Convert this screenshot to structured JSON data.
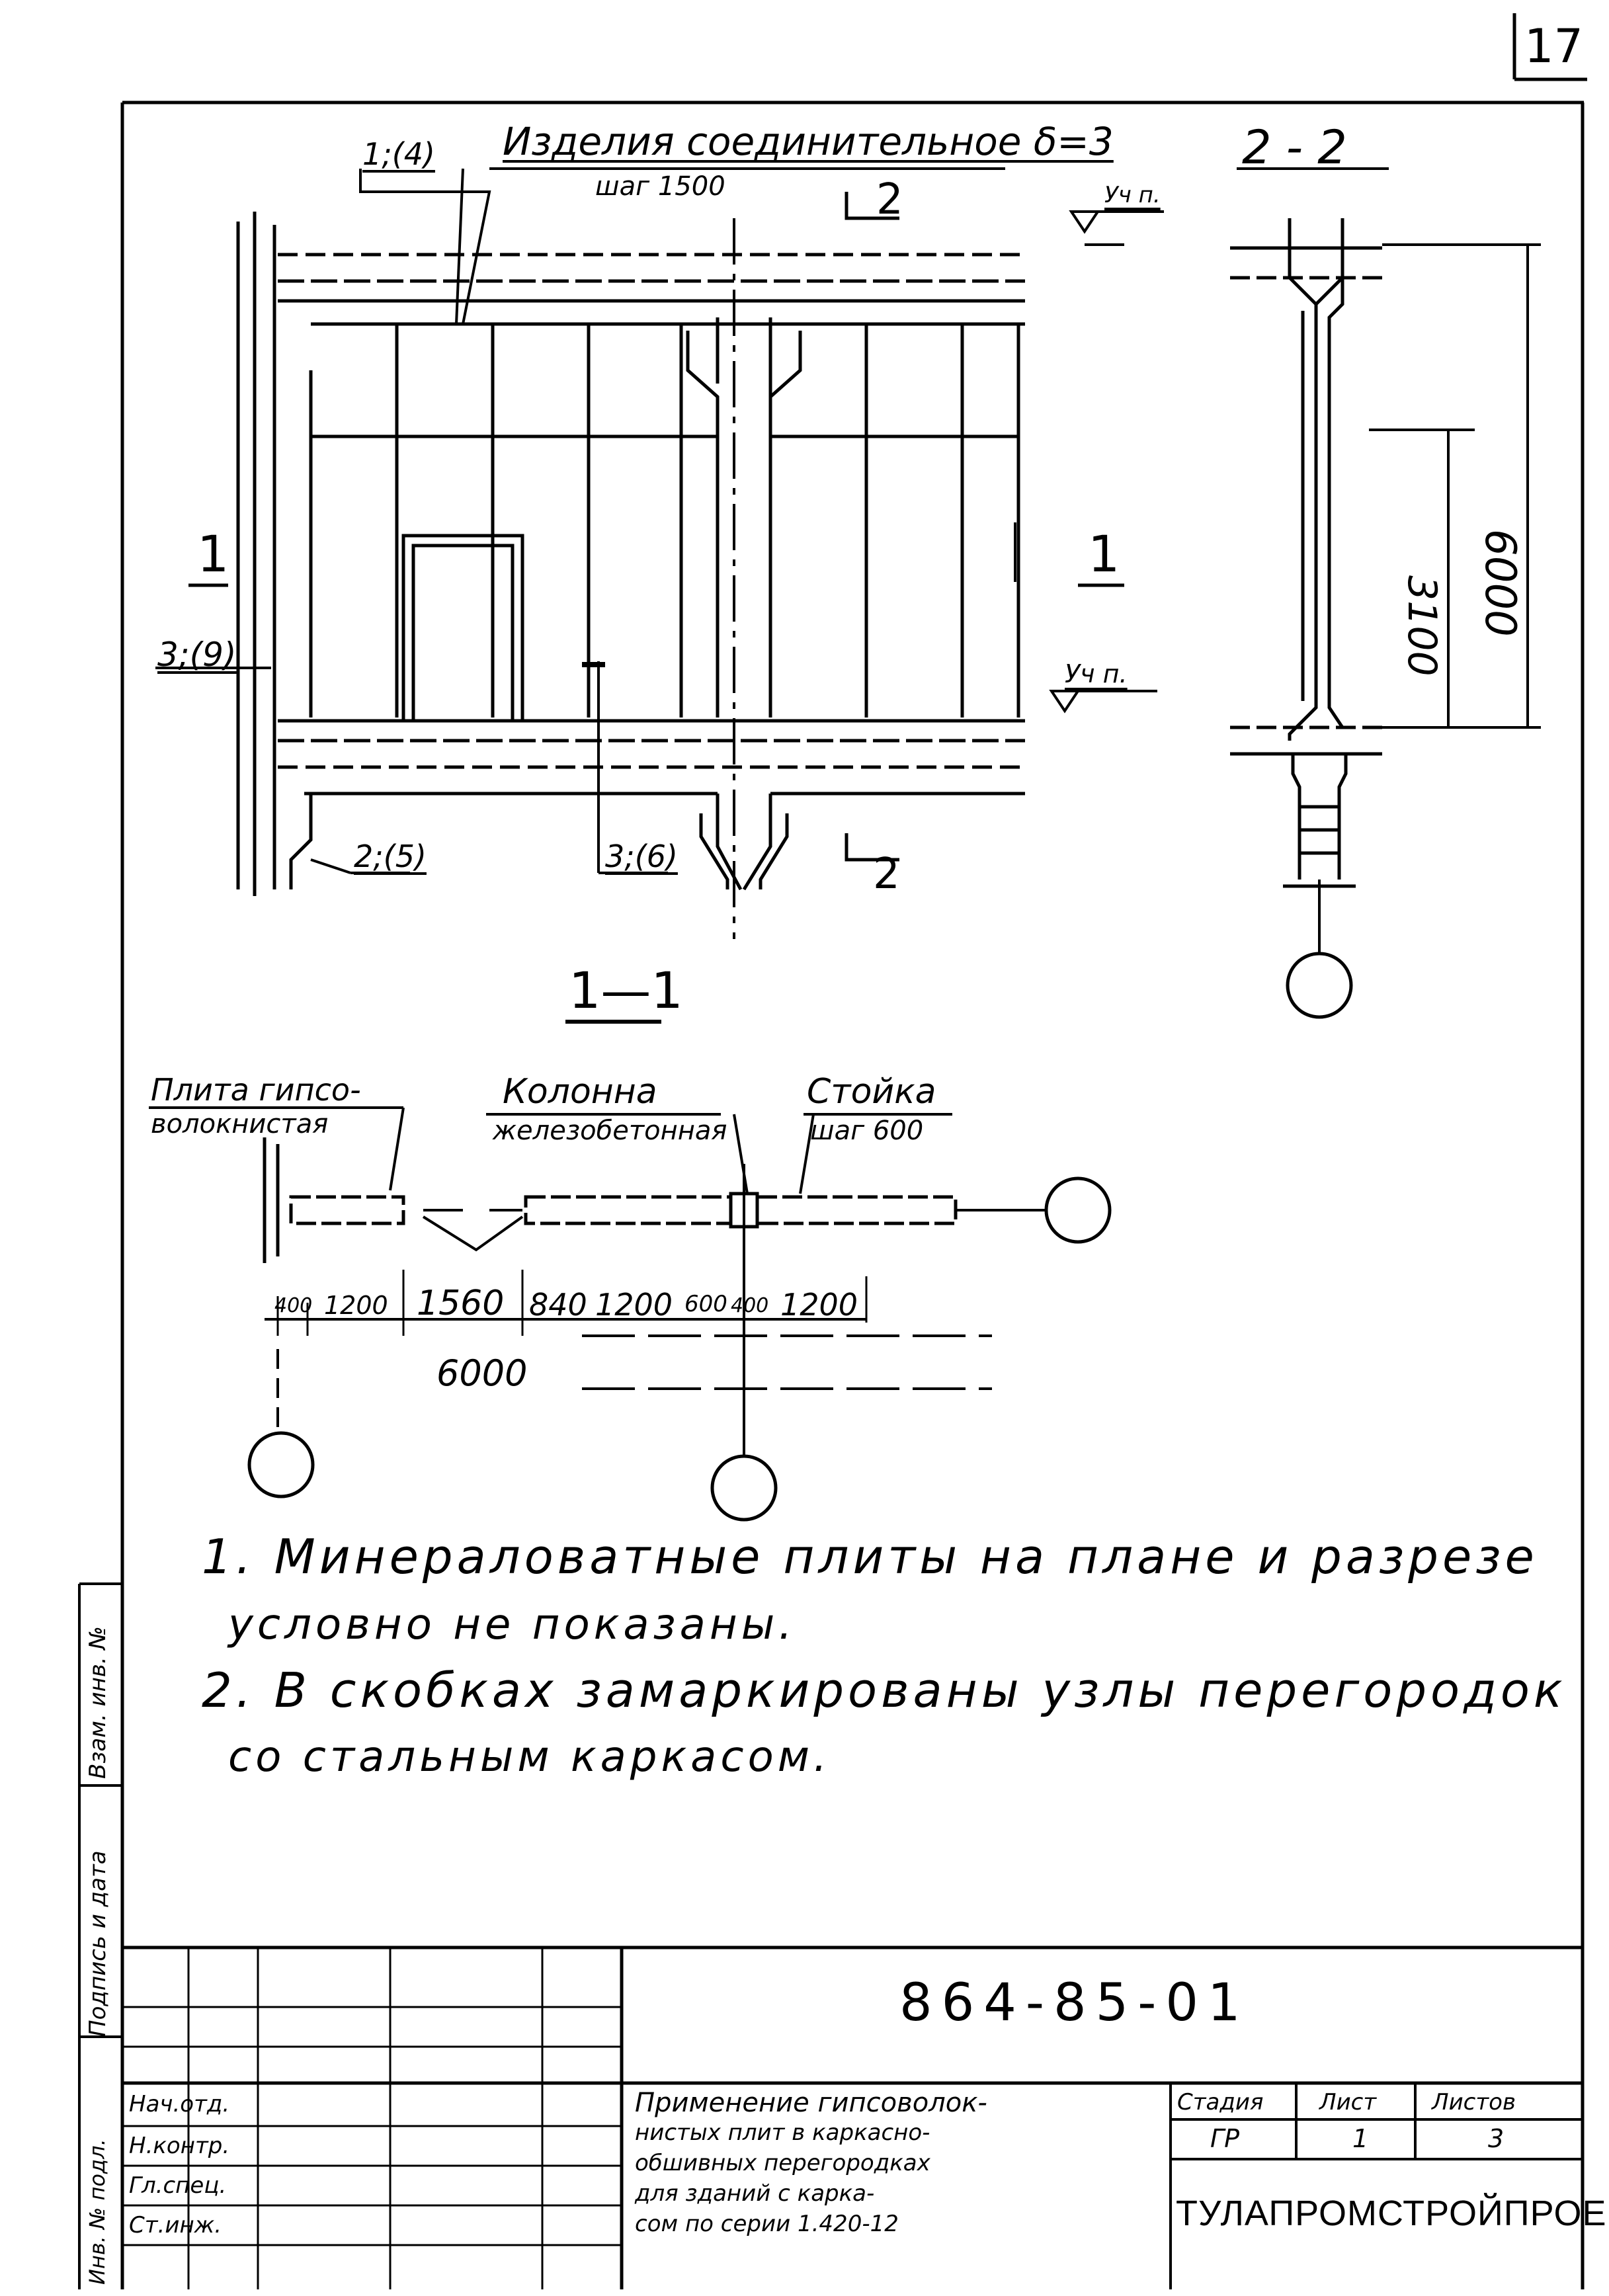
{
  "sheet": {
    "page_number": "17"
  },
  "elevation": {
    "label_product": "Изделия соединительное δ=3",
    "label_product_step": "шаг 1500",
    "label_1_4": "1;(4)",
    "label_3_9": "3;(9)",
    "label_2_5": "2;(5)",
    "label_3_6": "3;(6)",
    "mark_top": "Уч п.",
    "mark_mid": "Уч п.",
    "section_1_left": "1",
    "section_1_right": "1",
    "section_2_top": "2",
    "section_2_bottom": "2"
  },
  "section_2_2": {
    "title": "2 - 2",
    "dim_6000": "6000",
    "dim_3100": "3100"
  },
  "section_1_1": {
    "title": "1—1",
    "label_plate": "Плита гипсо-волокнистая",
    "label_plate_l1": "Плита гипсо-",
    "label_plate_l2": "волокнистая",
    "label_column_l1": "Колонна",
    "label_column_l2": "железобетонная",
    "label_post_l1": "Стойка",
    "label_post_l2": "шаг 600",
    "dims": [
      "400",
      "1200",
      "1560",
      "840",
      "1200",
      "600",
      "400",
      "1200"
    ],
    "dim_total": "6000"
  },
  "notes": {
    "n1_l1": "1. Минераловатные плиты на плане и разрезе",
    "n1_l2": "условно не показаны.",
    "n2_l1": "2. В скобках замаркированы узлы перегородок",
    "n2_l2": "со стальным каркасом."
  },
  "title_block": {
    "doc_code": "864-85-01",
    "description_lines": [
      "Применение гипсоволок-",
      "нистых плит в каркасно-",
      "обшивных перегородках",
      "для зданий с карка-",
      "сом по серии 1.420-12"
    ],
    "head_stage": "Стадия",
    "head_sheet": "Лист",
    "head_sheets": "Листов",
    "stage": "ГР",
    "sheet": "1",
    "sheets": "3",
    "organization": "ТУЛАПРОМСТРОЙПРОЕКТ",
    "roles": [
      "Нач.отд.",
      "Н.контр.",
      "Гл.спец.",
      "Ст.инж."
    ]
  },
  "side_stamp": [
    "Инв. № подл.",
    "Подпись и дата",
    "Взам. инв. №"
  ]
}
